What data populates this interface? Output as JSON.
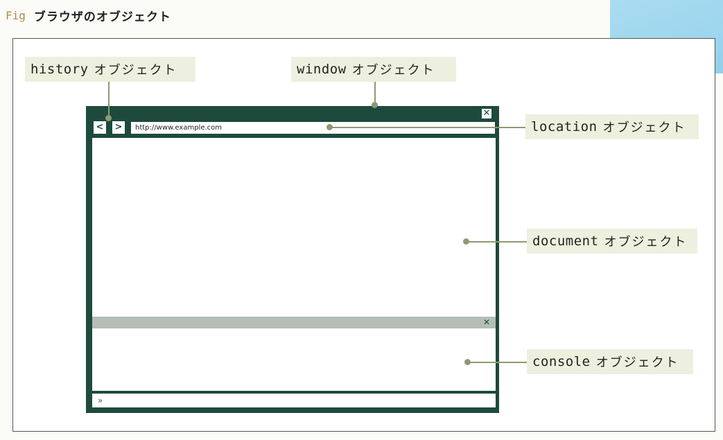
{
  "figure": {
    "prefix": "Fig",
    "title": "ブラウザのオブジェクト"
  },
  "labels": {
    "history": {
      "name": "history",
      "suffix": "オブジェクト"
    },
    "window": {
      "name": "window",
      "suffix": "オブジェクト"
    },
    "location": {
      "name": "location",
      "suffix": "オブジェクト"
    },
    "document": {
      "name": "document",
      "suffix": "オブジェクト"
    },
    "console": {
      "name": "console",
      "suffix": "オブジェクト"
    }
  },
  "browser": {
    "back_glyph": "<",
    "forward_glyph": ">",
    "url": "http://www.example.com",
    "close_glyph": "✕",
    "console_close_glyph": "✕",
    "prompt_glyph": "»"
  },
  "colors": {
    "browser_frame": "#1e4a3e",
    "label_bg": "#edf0de",
    "connector": "#8d9a72",
    "console_bar": "#b5bdb7",
    "sticky_note": "#a9dcf1"
  }
}
